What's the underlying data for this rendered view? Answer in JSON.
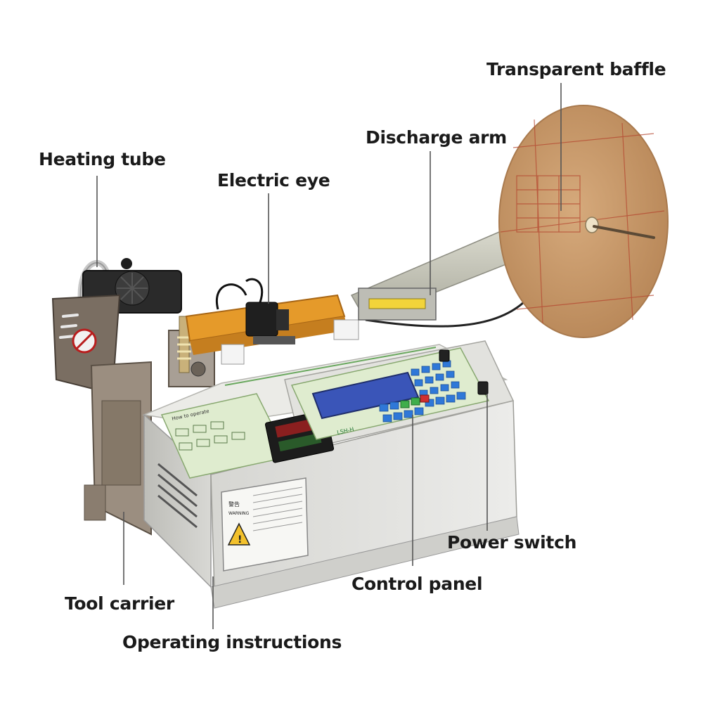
{
  "labels": {
    "transparent_baffle": "Transparent baffle",
    "discharge_arm": "Discharge arm",
    "heating_tube": "Heating tube",
    "electric_eye": "Electric eye",
    "power_switch": "Power switch",
    "control_panel": "Control panel",
    "tool_carrier": "Tool carrier",
    "operating_instructions": "Operating instructions"
  },
  "panel": {
    "brand_text": "LSH-H",
    "warning_title": "警告",
    "warning_subtitle": "WARNING",
    "instructions_title": "How to operate"
  },
  "colors": {
    "machine_body": "#e4e4e0",
    "panel_green": "#dfeccf",
    "lcd_blue": "#3a55b8",
    "disc_brown": "#c79a6e",
    "feeder_orange": "#e59a2a",
    "key_blue": "#2f78d8"
  }
}
